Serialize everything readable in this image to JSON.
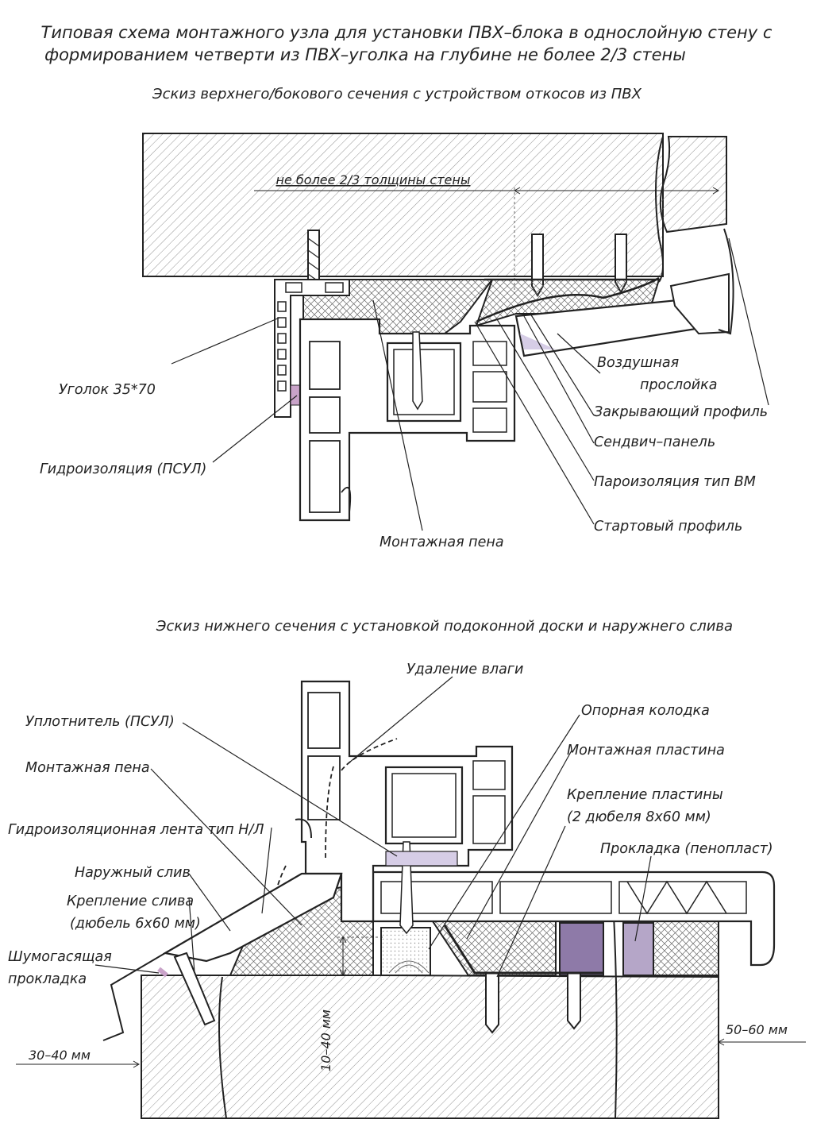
{
  "title": {
    "line1": "Типовая схема монтажного узла для установки ПВХ–блока в однослойную стену с",
    "line2": "формированием четверти из ПВХ–уголка на глубине не более 2/3 стены"
  },
  "top_section": {
    "caption": "Эскиз верхнего/бокового сечения с устройством откосов из ПВХ",
    "dim_label": "не более 2/3 толщины стены",
    "labels": {
      "ugolok": "Уголок 35*70",
      "gidro": "Гидроизоляция (ПСУЛ)",
      "pena": "Монтажная пена",
      "vozd1": "Воздушная",
      "vozd2": "прослойка",
      "zakr": "Закрывающий профиль",
      "sendv": "Сендвич–панель",
      "paro": "Пароизоляция тип ВМ",
      "start": "Стартовый профиль"
    }
  },
  "bottom_section": {
    "caption": "Эскиз нижнего сечения с установкой подоконной доски и наружнего слива",
    "labels": {
      "udal": "Удаление влаги",
      "opor": "Опорная колодка",
      "uplot": "Уплотнитель (ПСУЛ)",
      "montplast": "Монтажная пластина",
      "pena": "Монтажная пена",
      "krep1": "Крепление пластины",
      "krep2": "(2 дюбеля 8х60 мм)",
      "lenta": "Гидроизоляционная лента тип Н/Л",
      "prokl": "Прокладка (пенопласт)",
      "sliv": "Наружный слив",
      "krepsliv1": "Крепление слива",
      "krepsliv2": "(дюбель 6х60 мм)",
      "shum1": "Шумогасящая",
      "shum2": "прокладка"
    },
    "dims": {
      "left": "30–40 мм",
      "mid": "10–40 мм",
      "right": "50–60 мм"
    }
  },
  "colors": {
    "ink": "#222222",
    "accent_pink": "#c9a3c9",
    "accent_purple": "#8e7aa8",
    "accent_lavender": "#d6cde6"
  }
}
